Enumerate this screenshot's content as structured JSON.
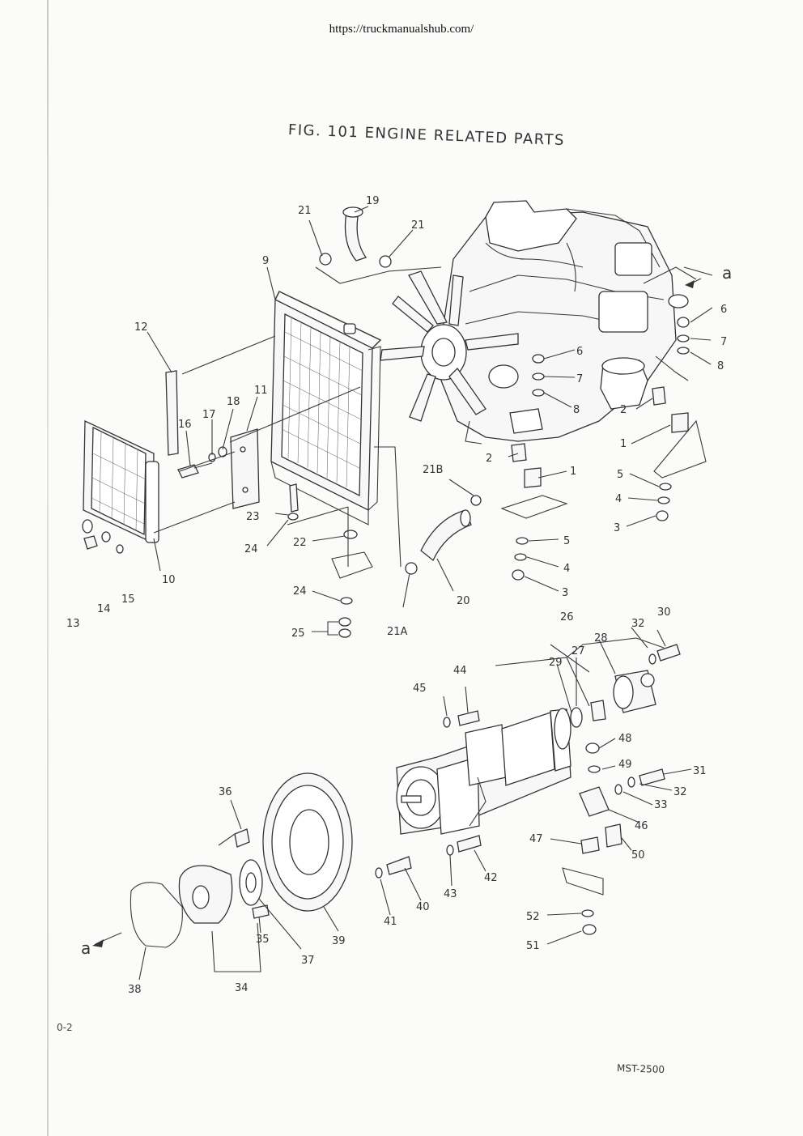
{
  "header": {
    "url": "https://truckmanualshub.com/"
  },
  "figure": {
    "title": "FIG. 101 ENGINE RELATED PARTS"
  },
  "footer": {
    "page_code": "0-2",
    "doc_code": "MST-2500"
  },
  "callouts": [
    {
      "id": "c19",
      "text": "19"
    },
    {
      "id": "c21a",
      "text": "21"
    },
    {
      "id": "c21b",
      "text": "21"
    },
    {
      "id": "c9",
      "text": "9"
    },
    {
      "id": "c12",
      "text": "12"
    },
    {
      "id": "c16",
      "text": "16"
    },
    {
      "id": "c17",
      "text": "17"
    },
    {
      "id": "c18",
      "text": "18"
    },
    {
      "id": "c11",
      "text": "11"
    },
    {
      "id": "c23",
      "text": "23"
    },
    {
      "id": "c24a",
      "text": "24"
    },
    {
      "id": "c22",
      "text": "22"
    },
    {
      "id": "c24b",
      "text": "24"
    },
    {
      "id": "c25",
      "text": "25"
    },
    {
      "id": "c21B",
      "text": "21B"
    },
    {
      "id": "c20",
      "text": "20"
    },
    {
      "id": "c21A",
      "text": "21A"
    },
    {
      "id": "c10",
      "text": "10"
    },
    {
      "id": "c13",
      "text": "13"
    },
    {
      "id": "c14",
      "text": "14"
    },
    {
      "id": "c15",
      "text": "15"
    },
    {
      "id": "ca1",
      "text": "a"
    },
    {
      "id": "c6a",
      "text": "6"
    },
    {
      "id": "c7a",
      "text": "7"
    },
    {
      "id": "c8a",
      "text": "8"
    },
    {
      "id": "c6b",
      "text": "6"
    },
    {
      "id": "c7b",
      "text": "7"
    },
    {
      "id": "c8b",
      "text": "8"
    },
    {
      "id": "c2a",
      "text": "2"
    },
    {
      "id": "c1a",
      "text": "1"
    },
    {
      "id": "c2b",
      "text": "2"
    },
    {
      "id": "c1b",
      "text": "1"
    },
    {
      "id": "c5a",
      "text": "5"
    },
    {
      "id": "c4a",
      "text": "4"
    },
    {
      "id": "c3a",
      "text": "3"
    },
    {
      "id": "c5b",
      "text": "5"
    },
    {
      "id": "c4b",
      "text": "4"
    },
    {
      "id": "c3b",
      "text": "3"
    },
    {
      "id": "c26",
      "text": "26"
    },
    {
      "id": "c30",
      "text": "30"
    },
    {
      "id": "c32a",
      "text": "32"
    },
    {
      "id": "c27",
      "text": "27"
    },
    {
      "id": "c28",
      "text": "28"
    },
    {
      "id": "c29",
      "text": "29"
    },
    {
      "id": "c44",
      "text": "44"
    },
    {
      "id": "c45",
      "text": "45"
    },
    {
      "id": "c48",
      "text": "48"
    },
    {
      "id": "c49",
      "text": "49"
    },
    {
      "id": "c31",
      "text": "31"
    },
    {
      "id": "c32b",
      "text": "32"
    },
    {
      "id": "c33",
      "text": "33"
    },
    {
      "id": "c46",
      "text": "46"
    },
    {
      "id": "c47",
      "text": "47"
    },
    {
      "id": "c50",
      "text": "50"
    },
    {
      "id": "c42",
      "text": "42"
    },
    {
      "id": "c43",
      "text": "43"
    },
    {
      "id": "c40",
      "text": "40"
    },
    {
      "id": "c41",
      "text": "41"
    },
    {
      "id": "c36",
      "text": "36"
    },
    {
      "id": "c37",
      "text": "37"
    },
    {
      "id": "c39",
      "text": "39"
    },
    {
      "id": "c35",
      "text": "35"
    },
    {
      "id": "c34",
      "text": "34"
    },
    {
      "id": "c38",
      "text": "38"
    },
    {
      "id": "ca2",
      "text": "a"
    },
    {
      "id": "c52",
      "text": "52"
    },
    {
      "id": "c51",
      "text": "51"
    }
  ]
}
